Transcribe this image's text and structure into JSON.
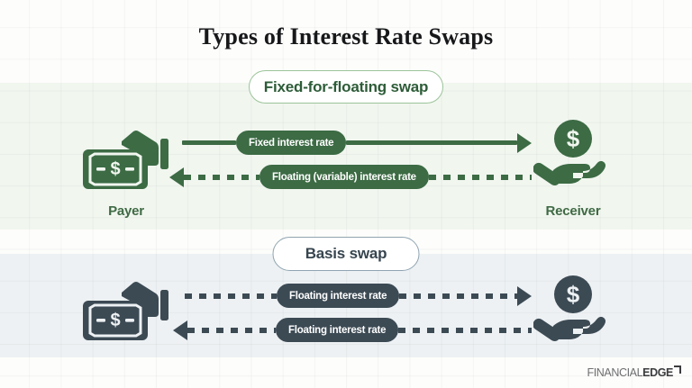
{
  "page": {
    "title": "Types of Interest Rate Swaps",
    "background_color": "#fdfdfb",
    "grid": "on"
  },
  "colors": {
    "green_dark": "#3c6b44",
    "green_band": "#f1f6ef",
    "green_border": "#9cc49a",
    "green_text": "#2d5c38",
    "slate_dark": "#3c4a54",
    "slate_band": "#edf1f3",
    "slate_border": "#8fa4b0",
    "slate_text": "#37454f",
    "title_text": "#17181a"
  },
  "sections": [
    {
      "id": "fixed-for-floating",
      "heading": "Fixed-for-floating swap",
      "accent": "#3c6b44",
      "band_color": "#f1f6ef",
      "left_icon": "hand-holding-cash-icon",
      "right_icon": "hand-holding-dollar-coin-icon",
      "left_label": "Payer",
      "right_label": "Receiver",
      "flows": [
        {
          "label": "Fixed interest rate",
          "direction": "right",
          "line_style": "solid"
        },
        {
          "label": "Floating (variable) interest rate",
          "direction": "left",
          "line_style": "dotted"
        }
      ]
    },
    {
      "id": "basis-swap",
      "heading": "Basis swap",
      "accent": "#3c4a54",
      "band_color": "#edf1f3",
      "left_icon": "hand-holding-cash-icon",
      "right_icon": "hand-holding-dollar-coin-icon",
      "left_label": "",
      "right_label": "",
      "flows": [
        {
          "label": "Floating interest rate",
          "direction": "right",
          "line_style": "dotted"
        },
        {
          "label": "Floating interest rate",
          "direction": "left",
          "line_style": "dotted"
        }
      ]
    }
  ],
  "brand": {
    "word_primary": "FINANCIAL",
    "word_secondary": "EDGE",
    "mark": "corner-flag-icon"
  }
}
